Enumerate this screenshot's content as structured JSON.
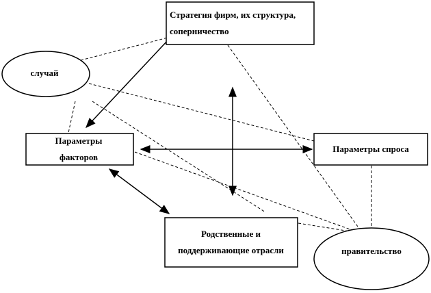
{
  "nodes": {
    "strategy": "Стратегия фирм, их структура,  соперничество",
    "chance": "случай",
    "factors": "Параметры факторов",
    "demand": "Параметры спроса",
    "related": "Родственные и поддерживающие отрасли",
    "government": "правительство"
  },
  "colors": {
    "line": "#000000",
    "background": "#ffffff"
  }
}
